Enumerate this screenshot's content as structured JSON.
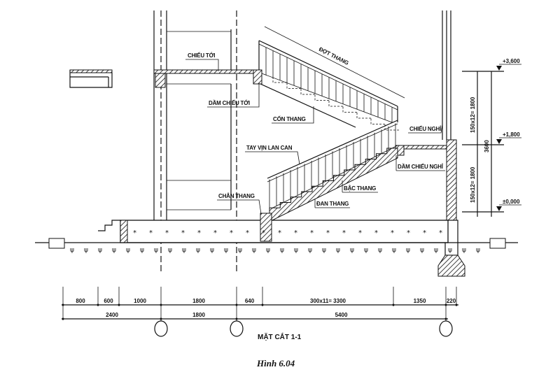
{
  "labels": {
    "chieu_toi": "CHIẾU TỚI",
    "dot_thang": "ĐỢT THANG",
    "dam_chieu_toi": "DẦM CHIẾU TỚI",
    "con_thang": "CỐN THANG",
    "tay_vin_lan_can": "TAY VỊN LAN CAN",
    "chieu_nghi": "CHIẾU NGHỈ",
    "dam_chieu_nghi": "DẦM CHIẾU NGHỈ",
    "bac_thang": "BẬC THANG",
    "dan_thang": "ĐAN THANG",
    "chan_thang": "CHÂN THANG"
  },
  "dimensions": {
    "row1": [
      "800",
      "600",
      "1000",
      "1800",
      "640",
      "300x11= 3300",
      "1350",
      "220"
    ],
    "row2": [
      "2400",
      "1800",
      "5400"
    ],
    "vertical_upper": "150x12= 1800",
    "vertical_lower": "150x12= 1800",
    "vertical_total": "3600"
  },
  "elevations": [
    "+3,600",
    "+1,800",
    "±0,000"
  ],
  "section_title": "MẶT CẮT 1-1",
  "caption": "Hình 6.04"
}
